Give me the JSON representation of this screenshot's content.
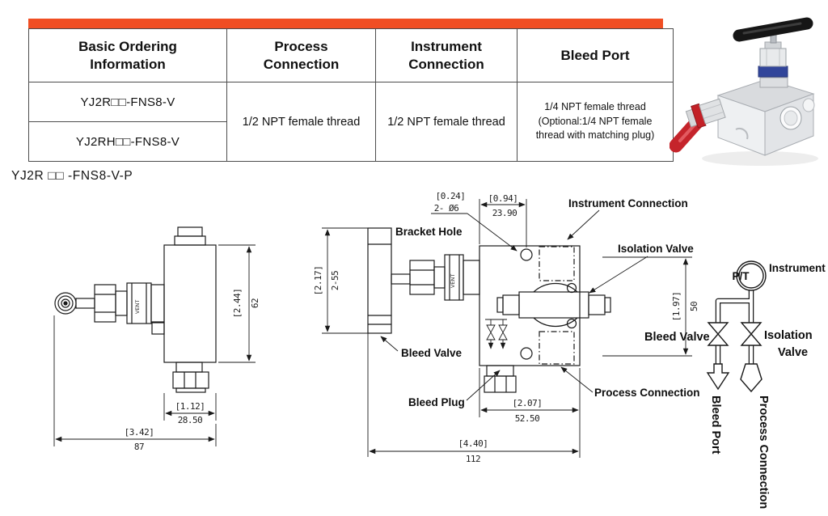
{
  "accent": {
    "orange": "#F04E23",
    "line": "#1a1a1a"
  },
  "table": {
    "headers": [
      "Basic Ordering Information",
      "Process Connection",
      "Instrument Connection",
      "Bleed Port"
    ],
    "row1": "YJ2R□□-FNS8-V",
    "row2": "YJ2RH□□-FNS8-V",
    "process": "1/2 NPT female thread",
    "instrument": "1/2 NPT female thread",
    "bleed_port": "1/4 NPT female thread (Optional:1/4 NPT female thread with matching plug)"
  },
  "model_code": "YJ2R □□ -FNS8-V-P",
  "dims": {
    "left_height_in": "[2.44]",
    "left_height_mm": "62",
    "left_width_in": "[1.12]",
    "left_width_mm": "28.50",
    "left_total_in": "[3.42]",
    "left_total_mm": "87",
    "hole_in": "[0.24]",
    "hole_note": "2- Ø6",
    "top_in": "[0.94]",
    "top_mm": "23.90",
    "side_in": "[2.17]",
    "side_note": "2-55",
    "right_in": "[1.97]",
    "right_mm": "50",
    "bottom_in": "[2.07]",
    "bottom_mm": "52.50",
    "total_in": "[4.40]",
    "total_mm": "112"
  },
  "labels": {
    "bracket_hole": "Bracket Hole",
    "instrument_connection": "Instrument Connection",
    "isolation_valve": "Isolation Valve",
    "bleed_valve": "Bleed Valve",
    "bleed_plug": "Bleed Plug",
    "process_connection": "Process Connection",
    "vent": "VENT"
  },
  "schematic": {
    "symbol": "P/T",
    "instrument": "Instrument",
    "bleed_valve": "Bleed Valve",
    "isolation_line1": "Isolation",
    "isolation_line2": "Valve",
    "bleed_port": "Bleed Port",
    "process_connection": "Process Connection"
  }
}
